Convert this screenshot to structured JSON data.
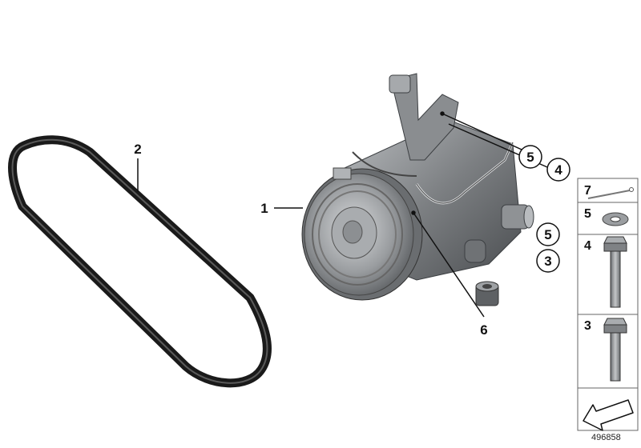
{
  "callouts": {
    "c1": "1",
    "c2": "2",
    "c3": "3",
    "c4": "4",
    "c5a": "5",
    "c5b": "5",
    "c6": "6"
  },
  "panels": [
    {
      "num": "7",
      "part": "cable-tie"
    },
    {
      "num": "5",
      "part": "washer"
    },
    {
      "num": "4",
      "part": "hex-bolt-long"
    },
    {
      "num": "3",
      "part": "hex-bolt-short"
    },
    {
      "num": "",
      "part": "arrow-symbol"
    }
  ],
  "document_id": "496858",
  "colors": {
    "belt": "#1a1a1a",
    "metal": "#8a8d90",
    "metal_dark": "#55585b",
    "metal_light": "#c9cbcd",
    "line": "#111111"
  }
}
